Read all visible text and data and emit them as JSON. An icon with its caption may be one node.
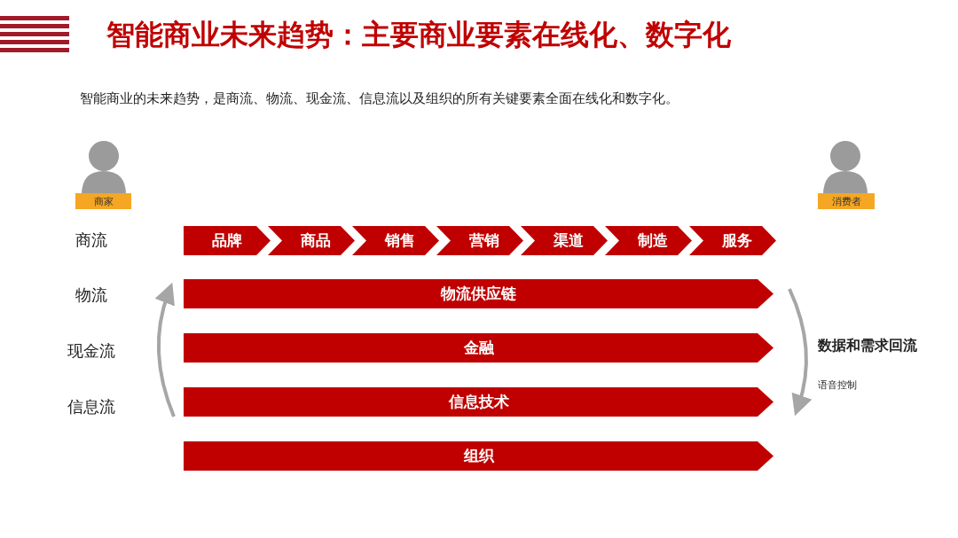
{
  "diagram": {
    "title": "智能商业未来趋势：主要商业要素在线化、数字化",
    "nodes": [
      {
        "text": [
          "商家"
        ]
      },
      {
        "text": [
          "消费者"
        ]
      },
      {
        "text": [
          "品牌"
        ]
      },
      {
        "text": [
          "商品"
        ]
      },
      {
        "text": [
          "销售"
        ]
      },
      {
        "text": [
          "营销"
        ]
      },
      {
        "text": [
          "渠道"
        ]
      },
      {
        "text": [
          "制造"
        ]
      },
      {
        "text": [
          "服务"
        ]
      },
      {
        "text": [
          "物流供应链"
        ]
      },
      {
        "text": [
          "金融"
        ]
      },
      {
        "text": [
          "信息技术"
        ]
      },
      {
        "text": [
          "组织"
        ]
      }
    ],
    "labels": [
      "智能商业的未来趋势，是商流、物流、现金流、信息流以及组织的所有关键要素全面在线化和数字化。",
      "商流",
      "物流",
      "现金流",
      "信息流",
      "数据和需求回流",
      "语音控制"
    ]
  }
}
